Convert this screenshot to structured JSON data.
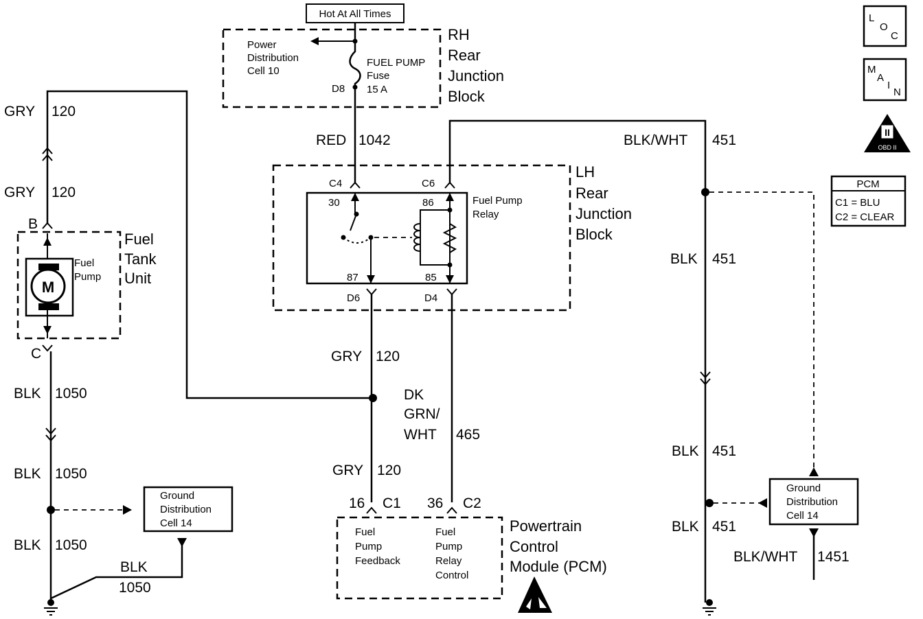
{
  "power": {
    "hot_label": "Hot At All Times",
    "pdc_line1": "Power",
    "pdc_line2": "Distribution",
    "pdc_line3": "Cell 10",
    "fuse_line1": "FUEL PUMP",
    "fuse_line2": "Fuse",
    "fuse_line3": "15 A",
    "fuse_pin": "D8",
    "block_line1": "RH",
    "block_line2": "Rear",
    "block_line3": "Junction",
    "block_line4": "Block"
  },
  "wires": {
    "red_color": "RED",
    "red_circuit": "1042",
    "blkwht_color": "BLK/WHT",
    "blkwht_circuit": "451",
    "gry_color": "GRY",
    "gry_circuit": "120",
    "blk1050_color": "BLK",
    "blk1050_circuit": "1050",
    "blk451_color": "BLK",
    "blk451_circuit": "451",
    "dkgrn_line1": "DK",
    "dkgrn_line2": "GRN/",
    "dkgrn_line3": "WHT",
    "dkgrn_circuit": "465",
    "blkwht1451_color": "BLK/WHT",
    "blkwht1451_circuit": "1451"
  },
  "relay": {
    "block_line1": "LH",
    "block_line2": "Rear",
    "block_line3": "Junction",
    "block_line4": "Block",
    "name_line1": "Fuel Pump",
    "name_line2": "Relay",
    "pin_c4": "C4",
    "pin_c6": "C6",
    "pin_d6": "D6",
    "pin_d4": "D4",
    "term_30": "30",
    "term_86": "86",
    "term_87": "87",
    "term_85": "85"
  },
  "fuel_tank": {
    "line1": "Fuel",
    "line2": "Tank",
    "line3": "Unit",
    "pump_line1": "Fuel",
    "pump_line2": "Pump",
    "motor_symbol": "M",
    "conn_b": "B",
    "conn_c": "C"
  },
  "ground_left": {
    "line1": "Ground",
    "line2": "Distribution",
    "line3": "Cell 14"
  },
  "ground_right": {
    "line1": "Ground",
    "line2": "Distribution",
    "line3": "Cell 14"
  },
  "pcm": {
    "pin1_num": "16",
    "pin1_conn": "C1",
    "pin2_num": "36",
    "pin2_conn": "C2",
    "feedback_line1": "Fuel",
    "feedback_line2": "Pump",
    "feedback_line3": "Feedback",
    "control_line1": "Fuel",
    "control_line2": "Pump",
    "control_line3": "Relay",
    "control_line4": "Control",
    "name_line1": "Powertrain",
    "name_line2": "Control",
    "name_line3": "Module (PCM)"
  },
  "legend": {
    "loc_l": "L",
    "loc_o": "O",
    "loc_c": "C",
    "main_m": "M",
    "main_a": "A",
    "main_i": "I",
    "main_n": "N",
    "obd_roman": "II",
    "obd_text": "OBD II",
    "pcm_title": "PCM",
    "pcm_c1": "C1 = BLU",
    "pcm_c2": "C2 = CLEAR"
  }
}
